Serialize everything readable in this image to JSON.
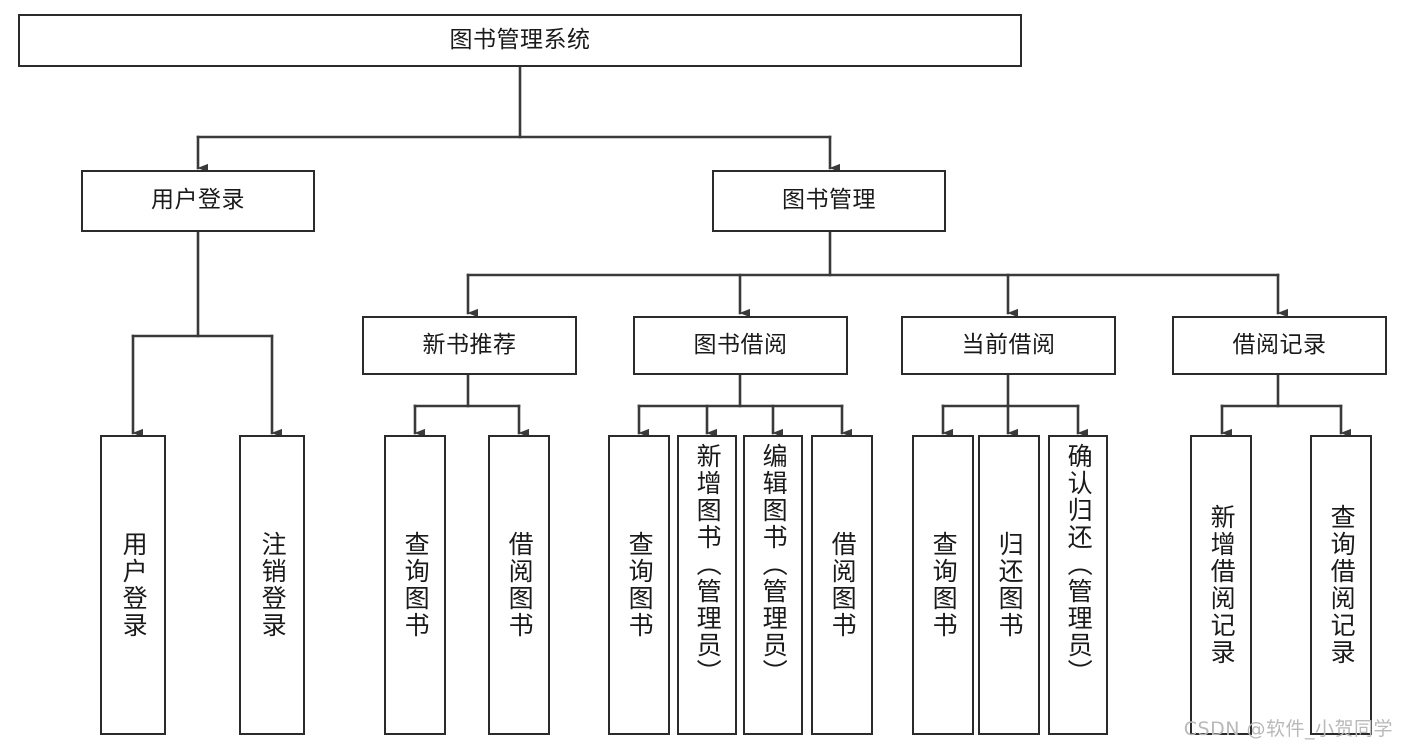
{
  "diagram": {
    "title": "图书管理系统",
    "type": "hierarchy-tree",
    "background_color": "#ffffff",
    "box_border_color": "#2b2b2b",
    "text_color": "#1a1a1a",
    "connector_color": "#3a3a3a"
  },
  "watermark": {
    "text": "CSDN @软件_小贺同学",
    "color": "#b9b9b9"
  },
  "nodes": {
    "root": {
      "label": "图书管理系统",
      "level": 1,
      "orientation": "horizontal"
    },
    "level2": [
      {
        "id": "user-login",
        "label": "用户登录",
        "orientation": "horizontal"
      },
      {
        "id": "book-management",
        "label": "图书管理",
        "orientation": "horizontal"
      }
    ],
    "level3": [
      {
        "id": "new-book-recommend",
        "label": "新书推荐",
        "orientation": "horizontal",
        "parent": "book-management"
      },
      {
        "id": "book-borrow",
        "label": "图书借阅",
        "orientation": "horizontal",
        "parent": "book-management"
      },
      {
        "id": "current-borrow",
        "label": "当前借阅",
        "orientation": "horizontal",
        "parent": "book-management"
      },
      {
        "id": "borrow-record",
        "label": "借阅记录",
        "orientation": "horizontal",
        "parent": "book-management"
      }
    ],
    "leaves": [
      {
        "id": "leaf-user-login",
        "label": "用户登录",
        "parent": "user-login",
        "orientation": "vertical"
      },
      {
        "id": "leaf-user-logout",
        "label": "注销登录",
        "parent": "user-login",
        "orientation": "vertical"
      },
      {
        "id": "leaf-query-book-1",
        "label": "查询图书",
        "parent": "new-book-recommend",
        "orientation": "vertical"
      },
      {
        "id": "leaf-borrow-book-1",
        "label": "借阅图书",
        "parent": "new-book-recommend",
        "orientation": "vertical"
      },
      {
        "id": "leaf-query-book-2",
        "label": "查询图书",
        "parent": "book-borrow",
        "orientation": "vertical"
      },
      {
        "id": "leaf-add-book",
        "label": "新增图书（管理员）",
        "parent": "book-borrow",
        "orientation": "vertical"
      },
      {
        "id": "leaf-edit-book",
        "label": "编辑图书（管理员）",
        "parent": "book-borrow",
        "orientation": "vertical"
      },
      {
        "id": "leaf-borrow-book-2",
        "label": "借阅图书",
        "parent": "book-borrow",
        "orientation": "vertical"
      },
      {
        "id": "leaf-query-book-3",
        "label": "查询图书",
        "parent": "current-borrow",
        "orientation": "vertical"
      },
      {
        "id": "leaf-return-book",
        "label": "归还图书",
        "parent": "current-borrow",
        "orientation": "vertical"
      },
      {
        "id": "leaf-confirm-return",
        "label": "确认归还（管理员）",
        "parent": "current-borrow",
        "orientation": "vertical"
      },
      {
        "id": "leaf-add-record",
        "label": "新增借阅记录",
        "parent": "borrow-record",
        "orientation": "vertical"
      },
      {
        "id": "leaf-query-record",
        "label": "查询借阅记录",
        "parent": "borrow-record",
        "orientation": "vertical"
      }
    ]
  }
}
